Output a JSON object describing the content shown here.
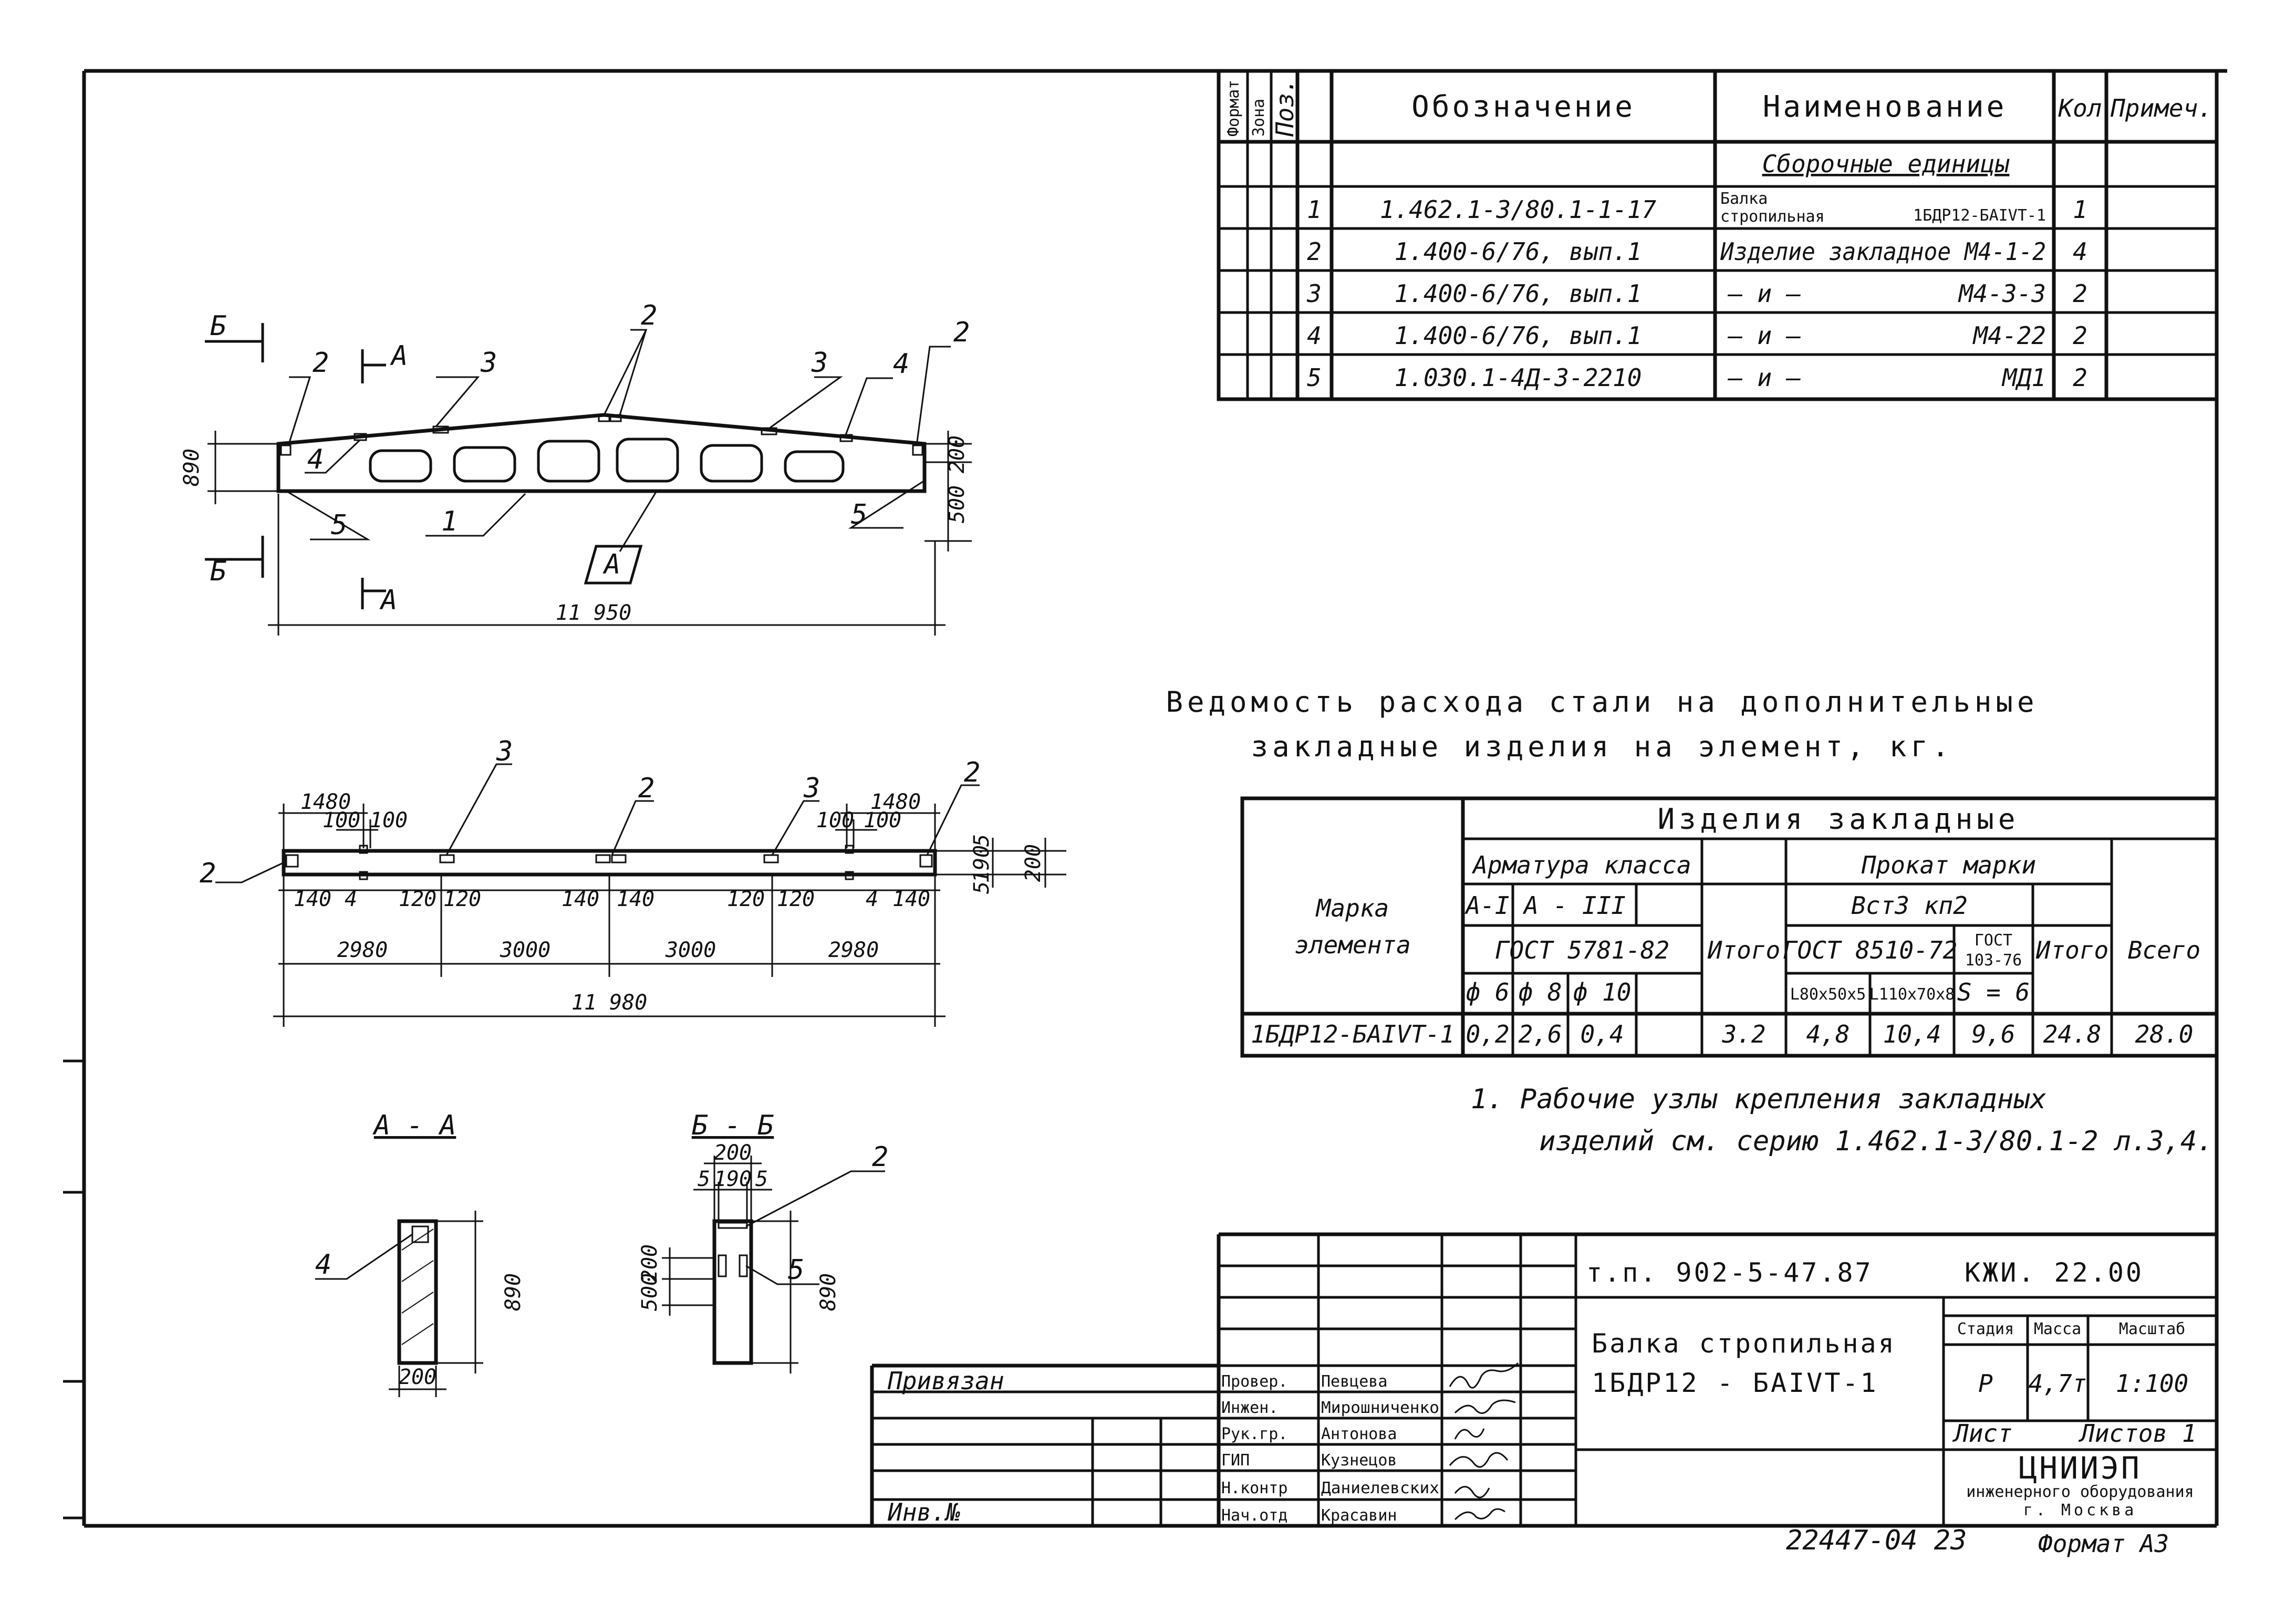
{
  "spec_table": {
    "headers": {
      "format": "Формат",
      "zone": "Зона",
      "pos": "Поз.",
      "designation": "Обозначение",
      "name": "Наименование",
      "qty": "Кол",
      "note": "Примеч."
    },
    "section_title": "Сборочные единицы",
    "rows": [
      {
        "pos": "1",
        "designation": "1.462.1-3/80.1-1-17",
        "name_top": "Балка",
        "name_bottom": "стропильная",
        "name": "1БДР12-БАIVТ-1",
        "qty": "1"
      },
      {
        "pos": "2",
        "designation": "1.400-6/76, вып.1",
        "name": "Изделие закладное М4-1-2",
        "qty": "4"
      },
      {
        "pos": "3",
        "designation": "1.400-6/76, вып.1",
        "name_ditto": "— и —",
        "name": "М4-3-3",
        "qty": "2"
      },
      {
        "pos": "4",
        "designation": "1.400-6/76, вып.1",
        "name_ditto": "— и —",
        "name": "М4-22",
        "qty": "2"
      },
      {
        "pos": "5",
        "designation": "1.030.1-4Д-3-2210",
        "name_ditto": "— и —",
        "name": "МД1",
        "qty": "2"
      }
    ]
  },
  "elevation_view": {
    "section_marks": {
      "b": "Б",
      "a": "А"
    },
    "callouts": [
      "1",
      "2",
      "2",
      "2",
      "3",
      "3",
      "4",
      "4",
      "5",
      "5"
    ],
    "height_dim": "890",
    "top_dim": "200",
    "bottom_dim": "500",
    "length_dim": "11 950",
    "detail_tag": "А"
  },
  "plan_view": {
    "top_dims": [
      "1480",
      "100",
      "100",
      "1480",
      "100",
      "100"
    ],
    "bottom_dims": [
      "140",
      "4",
      "120",
      "120",
      "140",
      "140",
      "120",
      "120",
      "4",
      "140"
    ],
    "right_dims": [
      "5",
      "190",
      "5",
      "200"
    ],
    "spans": [
      "2980",
      "3000",
      "3000",
      "2980"
    ],
    "total": "11 980",
    "callouts": [
      "2",
      "3",
      "2",
      "3",
      "2"
    ]
  },
  "section_aa": {
    "title": "А - А",
    "callout": "4",
    "height": "890",
    "width": "200"
  },
  "section_bb": {
    "title": "Б - Б",
    "callout_top": "2",
    "callout_side": "5",
    "top_dims": [
      "200",
      "5",
      "190",
      "5"
    ],
    "left_dims": [
      "500",
      "200"
    ],
    "height": "890"
  },
  "steel_table": {
    "title_line1": "Ведомость расхода стали на дополнительные",
    "title_line2": "закладные изделия на элемент, кг.",
    "h_items": "Изделия закладные",
    "h_rebar": "Арматура класса",
    "h_rolled": "Прокат марки",
    "h_mark_line1": "Марка",
    "h_mark_line2": "элемента",
    "h_ai": "А-I",
    "h_aiii": "А - III",
    "h_steel": "Вст3 кп2",
    "h_gost_rebar": "ГОСТ 5781-82",
    "h_total": "Итого",
    "h_gost_8510": "ГОСТ 8510-72",
    "h_gost_103_line1": "ГОСТ",
    "h_gost_103_line2": "103-76",
    "h_total2": "Итого",
    "h_grand": "Всего",
    "h_d6": "ф 6",
    "h_d8": "ф 8",
    "h_d10": "ф 10",
    "h_l80": "L80x50x5",
    "h_l110": "L110x70x8",
    "h_s6": "S = 6",
    "row": {
      "mark": "1БДР12-БАIVТ-1",
      "d6": "0,2",
      "d8": "2,6",
      "d10": "0,4",
      "total": "3.2",
      "l80": "4,8",
      "l110": "10,4",
      "s6": "9,6",
      "total2": "24.8",
      "grand": "28.0"
    }
  },
  "note": {
    "line1": "1. Рабочие узлы крепления закладных",
    "line2": "изделий см. серию 1.462.1-3/80.1-2 л.3,4."
  },
  "title_block": {
    "project": "т.п. 902-5-47.87",
    "code": "КЖИ. 22.00",
    "title_line1": "Балка стропильная",
    "title_line2": "1БДР12 - БАIVТ-1",
    "stage_label": "Стадия",
    "mass_label": "Масса",
    "scale_label": "Масштаб",
    "stage": "Р",
    "mass": "4,7т",
    "scale": "1:100",
    "sheet_label": "Лист",
    "sheets_label": "Листов 1",
    "org_line1": "ЦНИИЭП",
    "org_line2": "инженерного оборудования",
    "org_line3": "г. Москва",
    "bound": "Привязан",
    "inv": "Инв.№",
    "roles": [
      {
        "role": "Провер.",
        "name": "Певцева"
      },
      {
        "role": "Инжен.",
        "name": "Мирошниченко"
      },
      {
        "role": "Рук.гр.",
        "name": "Антонова"
      },
      {
        "role": "ГИП",
        "name": "Кузнецов"
      },
      {
        "role": "Н.контр",
        "name": "Даниелевских"
      },
      {
        "role": "Нач.отд",
        "name": "Красавин"
      }
    ]
  },
  "footer": {
    "archive": "22447-04 23",
    "format": "Формат А3"
  }
}
